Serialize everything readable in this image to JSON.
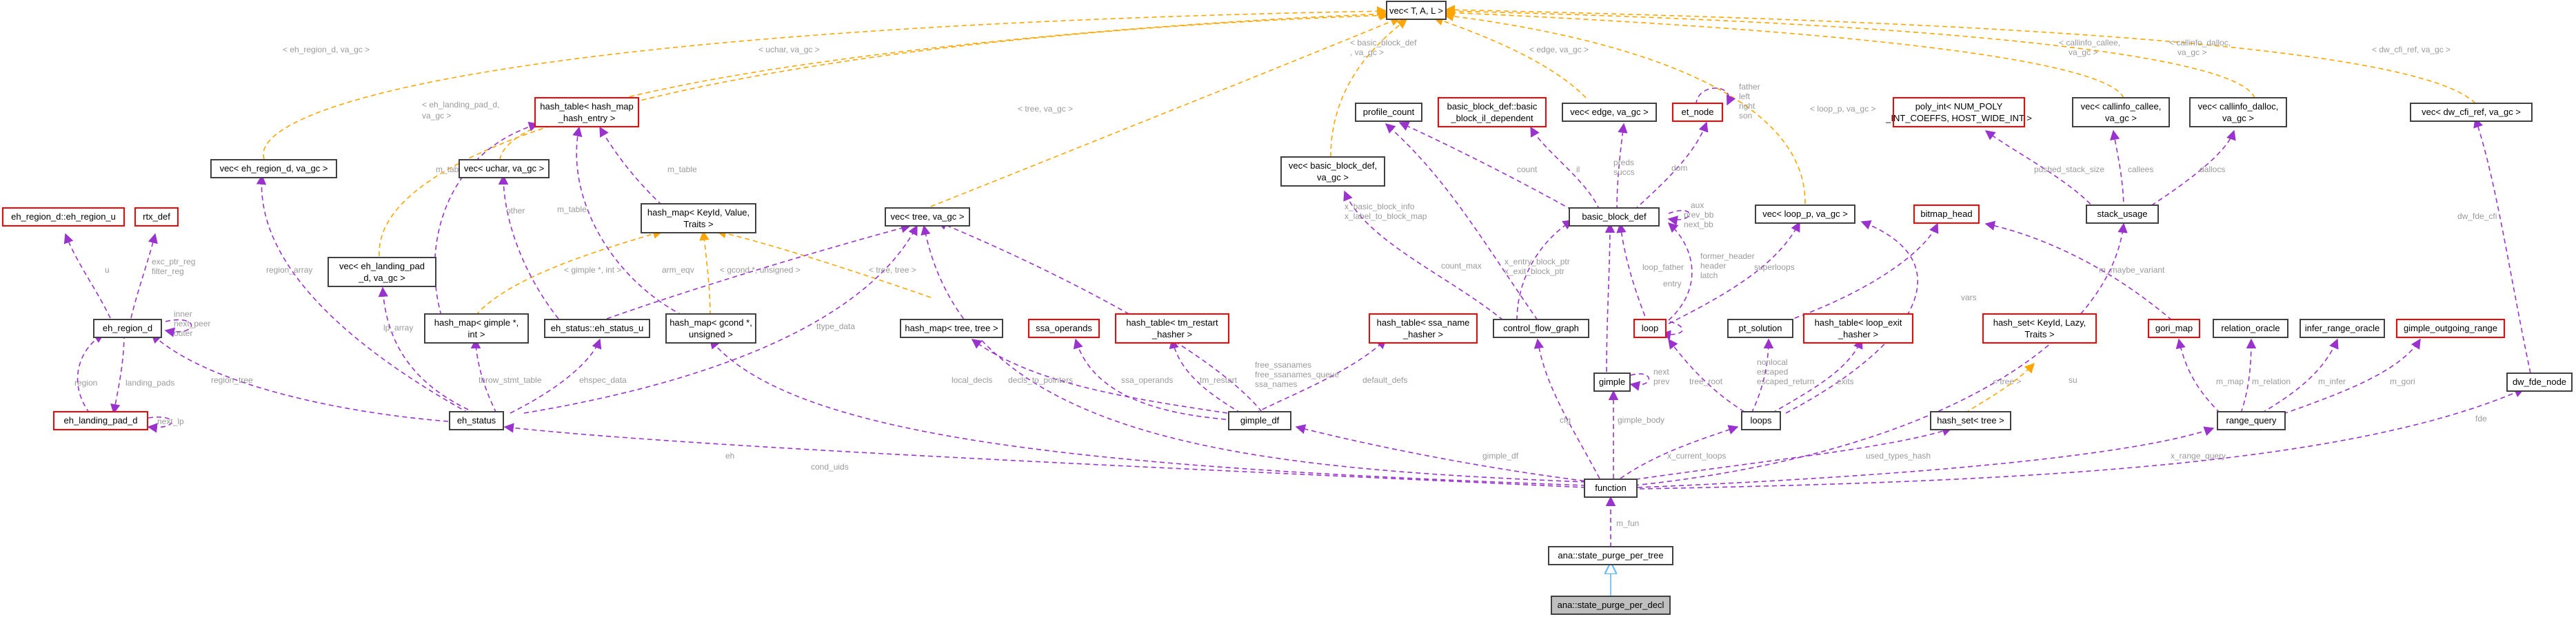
{
  "diagram": {
    "type": "collaboration-graph",
    "colors": {
      "member_edge": "#9a32cd",
      "template_edge": "#ffa500",
      "inherit_edge": "#63b8ff",
      "node_border": "#404040",
      "undocumented_border": "#ff0000",
      "focus_fill": "#bfbfbf",
      "edge_label": "#9a9a9a"
    },
    "nodes": {
      "vec_tal": "vec< T, A, L >",
      "vec_eh_region_d": "vec< eh_region_d, va_gc >",
      "hash_table_hash_map": [
        "hash_table< hash_map",
        "_hash_entry >"
      ],
      "vec_uchar": "vec< uchar, va_gc >",
      "hash_map_keyid": [
        "hash_map< KeyId, Value,",
        "Traits >"
      ],
      "vec_tree": "vec< tree, va_gc >",
      "profile_count": "profile_count",
      "basic_block_def_dep": [
        "basic_block_def::basic",
        "_block_il_dependent"
      ],
      "vec_basic_block_def": [
        "vec< basic_block_def,",
        "va_gc >"
      ],
      "vec_edge": "vec< edge, va_gc >",
      "et_node": "et_node",
      "basic_block_def": "basic_block_def",
      "poly_int": [
        "poly_int< NUM_POLY",
        "_INT_COEFFS, HOST_WIDE_INT >"
      ],
      "vec_loop_p": "vec< loop_p, va_gc >",
      "vec_callinfo_callee": [
        "vec< callinfo_callee,",
        "va_gc >"
      ],
      "vec_callinfo_dalloc": [
        "vec< callinfo_dalloc,",
        "va_gc >"
      ],
      "vec_dw_cfi_ref": "vec< dw_cfi_ref, va_gc >",
      "eh_region_d_eh_region_u": "eh_region_d::eh_region_u",
      "rtx_def": "rtx_def",
      "eh_region_d": "eh_region_d",
      "eh_landing_pad_d": "eh_landing_pad_d",
      "vec_eh_landing_pad_d": [
        "vec< eh_landing_pad",
        "_d, va_gc >"
      ],
      "hash_map_gimple": [
        "hash_map< gimple *,",
        "int >"
      ],
      "eh_status_u": "eh_status::eh_status_u",
      "hash_map_gcond": [
        "hash_map< gcond *,",
        "unsigned >"
      ],
      "eh_status": "eh_status",
      "hash_map_tree": "hash_map< tree, tree >",
      "ssa_operands": "ssa_operands",
      "hash_table_tm_restart": [
        "hash_table< tm_restart",
        "_hasher >"
      ],
      "hash_table_ssa_name": [
        "hash_table< ssa_name",
        "_hasher >"
      ],
      "control_flow_graph": "control_flow_graph",
      "gimple": "gimple",
      "loop": "loop",
      "pt_solution": "pt_solution",
      "hash_table_loop_exit": [
        "hash_table< loop_exit",
        "_hasher >"
      ],
      "bitmap_head": "bitmap_head",
      "stack_usage": "stack_usage",
      "hash_set_keyid": [
        "hash_set< KeyId, Lazy,",
        "Traits >"
      ],
      "gori_map": "gori_map",
      "relation_oracle": "relation_oracle",
      "infer_range_oracle": "infer_range_oracle",
      "gimple_outgoing_range": "gimple_outgoing_range",
      "gimple_df": "gimple_df",
      "loops": "loops",
      "hash_set_tree": "hash_set< tree >",
      "range_query": "range_query",
      "dw_fde_node": "dw_fde_node",
      "function": "function",
      "ana_state_purge_per_tree": "ana::state_purge_per_tree",
      "ana_state_purge_per_decl": "ana::state_purge_per_decl"
    },
    "labels": {
      "l_eh_region_d_vagc": "< eh_region_d, va_gc >",
      "l_uchar_vagc": "< uchar, va_gc >",
      "l_eh_landing_pad": "< eh_landing_pad_d,",
      "l_vagc": "va_gc >",
      "l_tree_vagc": "< tree, va_gc >",
      "l_bbd1": "< basic_block_def",
      "l_bbd2": ", va_gc >",
      "l_edge_vagc": "< edge, va_gc >",
      "l_loop_p_vagc": "< loop_p, va_gc >",
      "l_callee1": "< callinfo_callee,",
      "l_callee2": "va_gc >",
      "l_dalloc1": "< callinfo_dalloc,",
      "l_dalloc2": "va_gc >",
      "l_dw_cfi": "< dw_cfi_ref, va_gc >",
      "father": "father",
      "left": "left",
      "right": "right",
      "son": "son",
      "m_table": "m_table",
      "m_table2": "m_table",
      "m_table3": "m_table",
      "other": "other",
      "count": "count",
      "il": "il",
      "preds": "preds",
      "succs": "succs",
      "dom": "dom",
      "aux": "aux",
      "prev_bb": "prev_bb",
      "next_bb": "next_bb",
      "latch": "latch",
      "header": "header",
      "former_header": "former_header",
      "superloops": "superloops",
      "loop_father": "loop_father",
      "count_max": "count_max",
      "x_basic_block_info": "x_basic_block_info",
      "x_label_to_block_map": "x_label_to_block_map",
      "x_entry_block_ptr": "x_entry_block_ptr",
      "x_exit_block_ptr": "x_exit_block_ptr",
      "pushed_stack_size": "pushed_stack_size",
      "callees": "callees",
      "dallocs": "dallocs",
      "dw_fde_cfi": "dw_fde_cfi",
      "u": "u",
      "exc_ptr_reg": "exc_ptr_reg",
      "filter_reg": "filter_reg",
      "inner": "inner",
      "next_peer": "next_peer",
      "outer": "outer",
      "region": "region",
      "landing_pads": "landing_pads",
      "next_lp": "next_lp",
      "region_array": "region_array",
      "lp_array": "lp_array",
      "region_tree": "region_tree",
      "ttype_data": "ttype_data",
      "ehspec_data": "ehspec_data",
      "throw_stmt_table": "throw_stmt_table",
      "gimple_int": "< gimple *, int >",
      "arm_eqv": "arm_eqv",
      "gcond_unsigned": "< gcond *, unsigned >",
      "tree_tree": "< tree, tree >",
      "free_ssanames": "free_ssanames",
      "free_ssanames_queue": "free_ssanames_queue",
      "ssa_names": "ssa_names",
      "local_decls": "local_decls",
      "decls_to_pointers": "decls_to_pointers",
      "ssa_operands_lbl": "ssa_operands",
      "tm_restart": "tm_restart",
      "default_defs": "default_defs",
      "cfg": "cfg",
      "gimple_body": "gimple_body",
      "next": "next",
      "prev": "prev",
      "nonlocal": "nonlocal",
      "escaped": "escaped",
      "escaped_return": "escaped_return",
      "tree_root": "tree_root",
      "exits": "exits",
      "vars": "vars",
      "entry": "entry",
      "keyid": "< tree >",
      "su": "su",
      "m_maybe_variant": "m_maybe_variant",
      "m_map": "m_map",
      "m_relation": "m_relation",
      "m_infer": "m_infer",
      "m_gori": "m_gori",
      "eh": "eh",
      "cond_uids": "cond_uids",
      "gimple_df_lbl": "gimple_df",
      "x_current_loops": "x_current_loops",
      "used_types_hash": "used_types_hash",
      "x_range_query": "x_range_query",
      "fde": "fde",
      "m_fun": "m_fun"
    }
  }
}
